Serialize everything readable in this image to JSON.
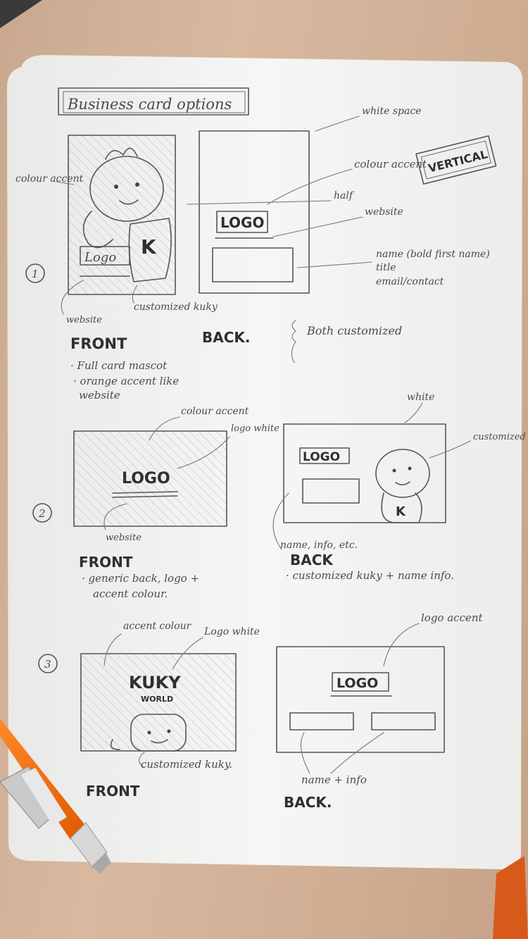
{
  "title": "Business card options",
  "vertical_label": "VERTICAL",
  "option1": {
    "number": "1",
    "front": {
      "colour_accent": "colour accent",
      "logo": "Logo",
      "mascot_letter": "K",
      "website": "website",
      "customized": "customized kuky",
      "label": "FRONT",
      "note_1": "· Full card mascot",
      "note_2": "· orange accent like",
      "note_3": "website"
    },
    "back": {
      "white_space": "white space",
      "colour_accent": "colour accent",
      "half": "half",
      "logo": "LOGO",
      "website": "website",
      "name": "name (bold first name)",
      "title_line": "title",
      "email": "email/contact",
      "label": "BACK.",
      "both": "Both customized"
    }
  },
  "option2": {
    "number": "2",
    "front": {
      "colour_accent": "colour accent",
      "logo_white": "logo white",
      "logo": "LOGO",
      "website": "website",
      "label": "FRONT",
      "note_1": "· generic back, logo +",
      "note_2": "accent colour."
    },
    "back": {
      "white": "white",
      "logo": "LOGO",
      "customized": "customized kuky",
      "mascot_letter": "K",
      "name_info": "name, info, etc.",
      "label": "BACK",
      "note": "· customized kuky + name info."
    }
  },
  "option3": {
    "number": "3",
    "front": {
      "accent_colour": "accent colour",
      "logo_white": "Logo white",
      "brand": "KUKY",
      "brand_sub": "WORLD",
      "customized": "customized kuky.",
      "label": "FRONT"
    },
    "back": {
      "logo_accent": "logo accent",
      "logo": "LOGO",
      "name_info": "name + info",
      "label": "BACK."
    }
  }
}
